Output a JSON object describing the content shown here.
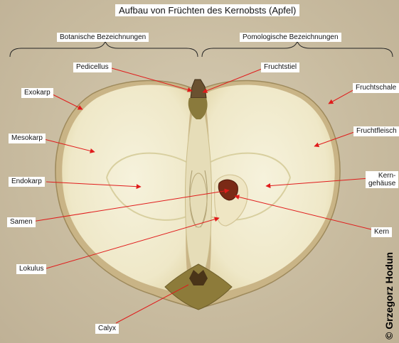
{
  "title": "Aufbau von Früchten des Kernobsts (Apfel)",
  "headings": {
    "botanical": "Botanische Bezeichnungen",
    "pomological": "Pomologische Bezeichnungen"
  },
  "labels": {
    "pedicellus": "Pedicellus",
    "fruchtstiel": "Fruchtstiel",
    "exokarp": "Exokarp",
    "fruchtschale": "Fruchtschale",
    "mesokarp": "Mesokarp",
    "fruchtfleisch": "Fruchtfleisch",
    "endokarp": "Endokarp",
    "kerngehaeuse_line1": "Kern-",
    "kerngehaeuse_line2": "gehäuse",
    "samen": "Samen",
    "kern": "Kern",
    "lokulus": "Lokulus",
    "calyx": "Calyx"
  },
  "credit": "© Grzegorz Hodun",
  "colors": {
    "arrow": "#e01b1b",
    "flesh": "#f1ecd2",
    "skin": "#c9b486",
    "background": "#cbbfa6"
  }
}
